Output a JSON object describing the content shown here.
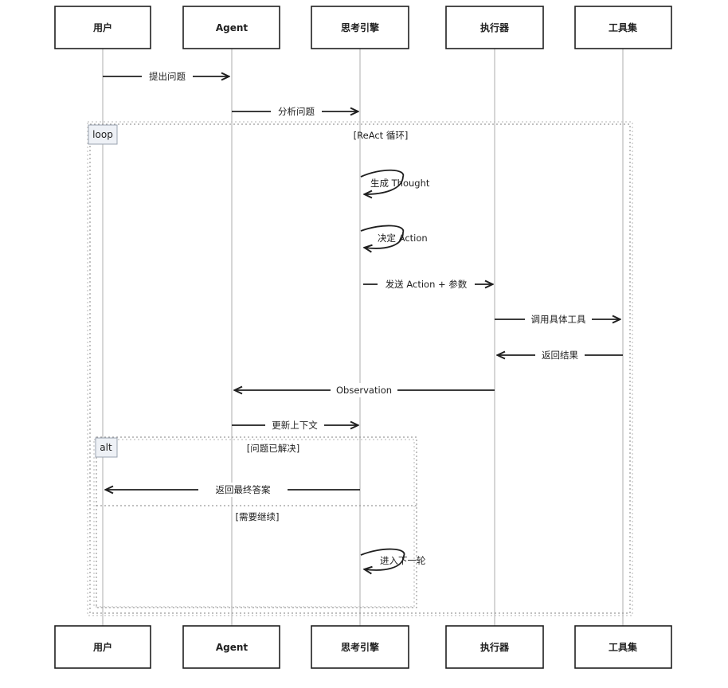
{
  "participants": [
    {
      "id": "user",
      "label": "用户"
    },
    {
      "id": "agent",
      "label": "Agent"
    },
    {
      "id": "engine",
      "label": "思考引擎"
    },
    {
      "id": "executor",
      "label": "执行器"
    },
    {
      "id": "tools",
      "label": "工具集"
    }
  ],
  "messages": [
    {
      "from": "user",
      "to": "agent",
      "label": "提出问题"
    },
    {
      "from": "agent",
      "to": "engine",
      "label": "分析问题"
    },
    {
      "from": "engine",
      "to": "engine",
      "label": "生成 Thought"
    },
    {
      "from": "engine",
      "to": "engine",
      "label": "决定 Action"
    },
    {
      "from": "engine",
      "to": "executor",
      "label": "发送 Action + 参数"
    },
    {
      "from": "executor",
      "to": "tools",
      "label": "调用具体工具"
    },
    {
      "from": "tools",
      "to": "executor",
      "label": "返回结果"
    },
    {
      "from": "executor",
      "to": "agent",
      "label": "Observation"
    },
    {
      "from": "agent",
      "to": "engine",
      "label": "更新上下文"
    },
    {
      "from": "engine",
      "to": "user",
      "label": "返回最终答案"
    },
    {
      "from": "engine",
      "to": "engine",
      "label": "进入下一轮"
    }
  ],
  "frames": {
    "loop": {
      "tag": "loop",
      "guard": "[ReAct 循环]"
    },
    "alt": {
      "tag": "alt",
      "guard": "[问题已解决]",
      "else_guard": "[需要继续]"
    }
  }
}
